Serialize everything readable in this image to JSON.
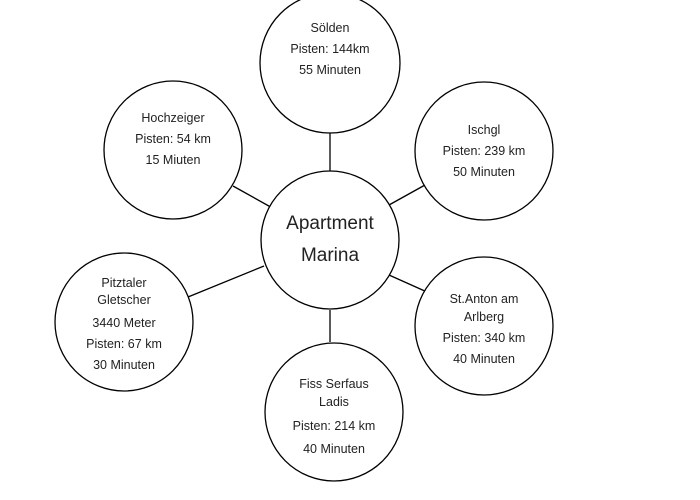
{
  "center": {
    "line1": "Apartment",
    "line2": "Marina"
  },
  "nodes": {
    "soelden": {
      "name": "Sölden",
      "pisten": "Pisten: 144km",
      "time": "55 Minuten"
    },
    "ischgl": {
      "name": "Ischgl",
      "pisten": "Pisten: 239 km",
      "time": "50 Minuten"
    },
    "stanton": {
      "name1": "St.Anton am",
      "name2": "Arlberg",
      "pisten": "Pisten: 340 km",
      "time": "40 Minuten"
    },
    "fiss": {
      "name1": "Fiss Serfaus",
      "name2": "Ladis",
      "pisten": "Pisten: 214 km",
      "time": "40 Minuten"
    },
    "pitztal": {
      "name1": "Pitztaler",
      "name2": "Gletscher",
      "altitude": "3440 Meter",
      "pisten": "Pisten: 67 km",
      "time": "30 Minuten"
    },
    "hochzeiger": {
      "name": "Hochzeiger",
      "pisten": "Pisten: 54 km",
      "time": "15 Miuten"
    }
  }
}
